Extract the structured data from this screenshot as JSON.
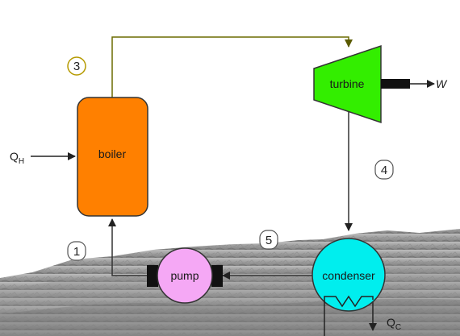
{
  "components": {
    "boiler": {
      "label": "boiler",
      "color": "#ff8000"
    },
    "turbine": {
      "label": "turbine",
      "color": "#33ee00"
    },
    "condenser": {
      "label": "condenser",
      "color": "#00eeee"
    },
    "pump": {
      "label": "pump",
      "color": "#f5a8f5"
    }
  },
  "heat_in": {
    "symbol": "Q",
    "subscript": "H"
  },
  "heat_out": {
    "symbol": "Q",
    "subscript": "C"
  },
  "work_out": {
    "symbol": "W"
  },
  "state_points": [
    "1",
    "3",
    "4",
    "5"
  ],
  "colors": {
    "line": "#333333",
    "steam_line": "#6b6b00",
    "badge_3_border": "#b59a00",
    "badge_border": "#555555",
    "shaft": "#111111"
  },
  "background": {
    "description_icon": "rocky-hillside-photo"
  }
}
